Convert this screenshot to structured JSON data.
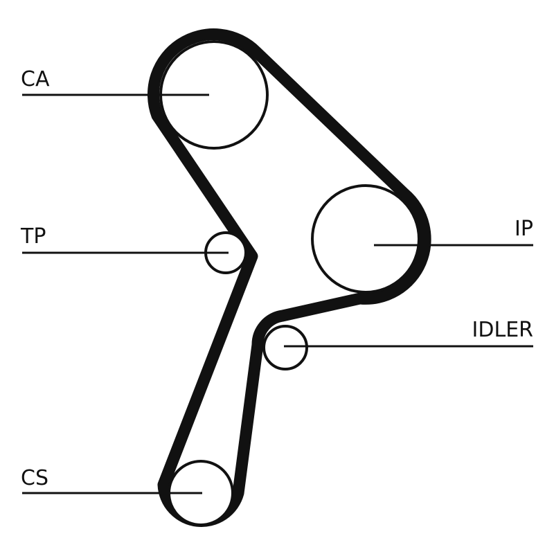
{
  "diagram": {
    "labels": {
      "ca": "CA",
      "tp": "TP",
      "ip": "IP",
      "idler": "IDLER",
      "cs": "CS"
    },
    "colors": {
      "line": "#111111",
      "background": "#ffffff"
    }
  }
}
